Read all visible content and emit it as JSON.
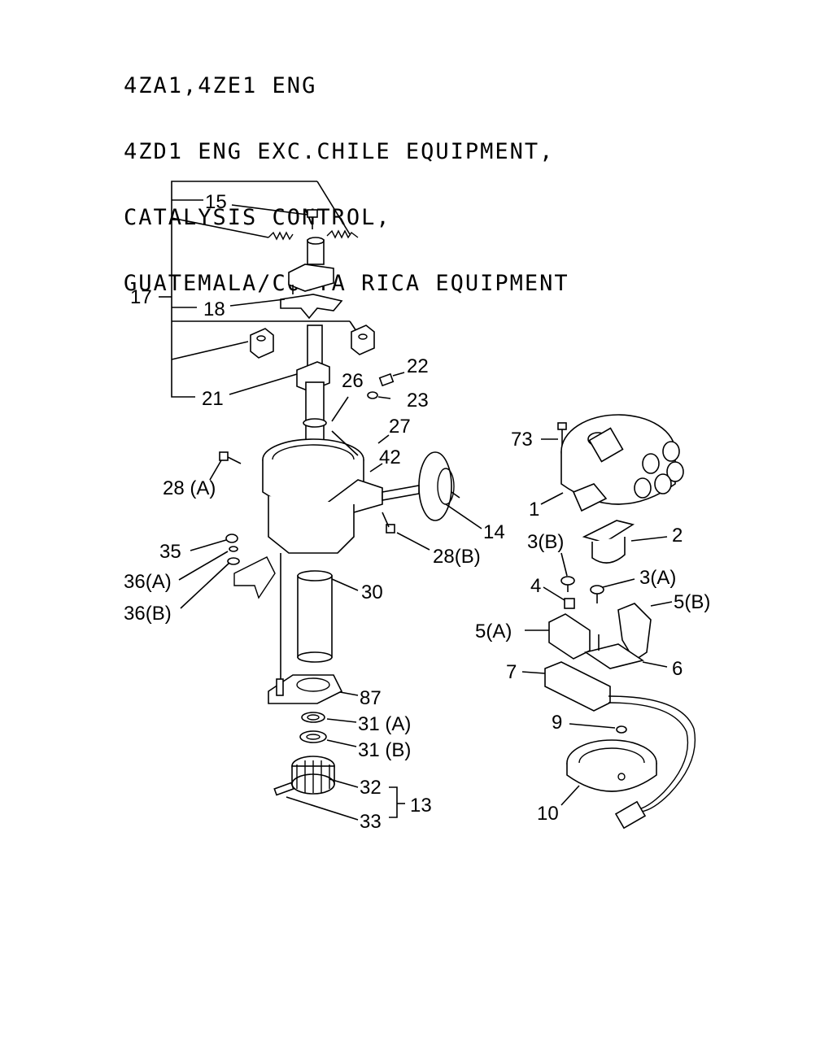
{
  "title_lines": [
    "4ZA1,4ZE1 ENG",
    "4ZD1 ENG EXC.CHILE EQUIPMENT,",
    "CATALYSIS CONTROL,",
    "GUATEMALA/COSTA RICA EQUIPMENT"
  ],
  "labels": {
    "p15": "15",
    "p17": "17",
    "p18": "18",
    "p21": "21",
    "p22": "22",
    "p23": "23",
    "p26": "26",
    "p27": "27",
    "p42": "42",
    "p28a": "28 (A)",
    "p28b": "28(B)",
    "p14": "14",
    "p35": "35",
    "p36a": "36(A)",
    "p36b": "36(B)",
    "p30": "30",
    "p87": "87",
    "p31a": "31 (A)",
    "p31b": "31 (B)",
    "p32": "32",
    "p33": "33",
    "p13": "13",
    "p73": "73",
    "p1": "1",
    "p2": "2",
    "p3b": "3(B)",
    "p3a": "3(A)",
    "p4": "4",
    "p5a": "5(A)",
    "p5b": "5(B)",
    "p6": "6",
    "p7": "7",
    "p9": "9",
    "p10": "10"
  }
}
